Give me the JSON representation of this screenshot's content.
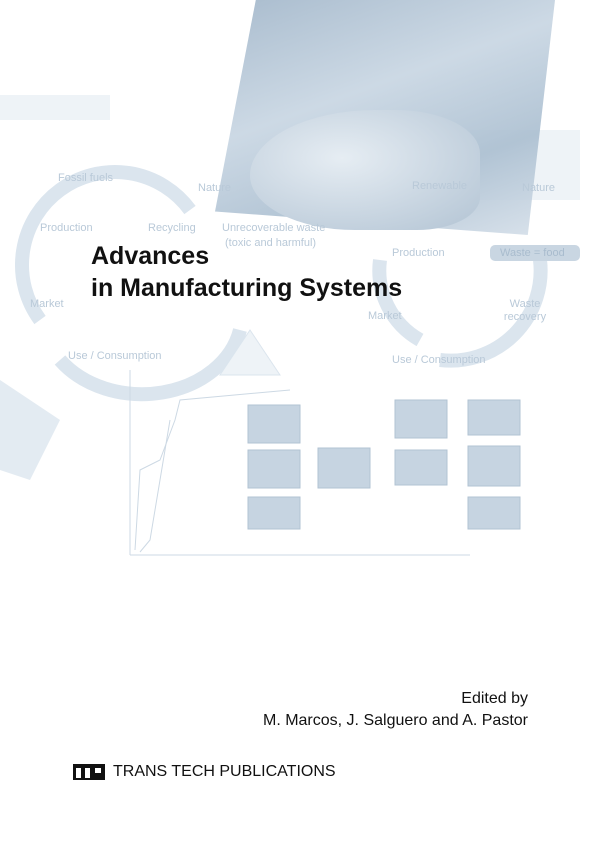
{
  "cover": {
    "title_line1": "Advances",
    "title_line2": "in Manufacturing Systems",
    "edited_by": "Edited by",
    "editors": "M. Marcos, J. Salguero and A. Pastor",
    "publisher": "TRANS TECH PUBLICATIONS",
    "publisher_logo": "TTP"
  },
  "background_labels": [
    "Fossil fuels",
    "Nature",
    "Recycling",
    "Unrecoverable waste",
    "(toxic and harmful)",
    "Production",
    "Market",
    "Use / Consumption",
    "Renewable",
    "Nature",
    "Production",
    "Waste = food",
    "Market",
    "Waste recovery",
    "Use / Consumption"
  ]
}
